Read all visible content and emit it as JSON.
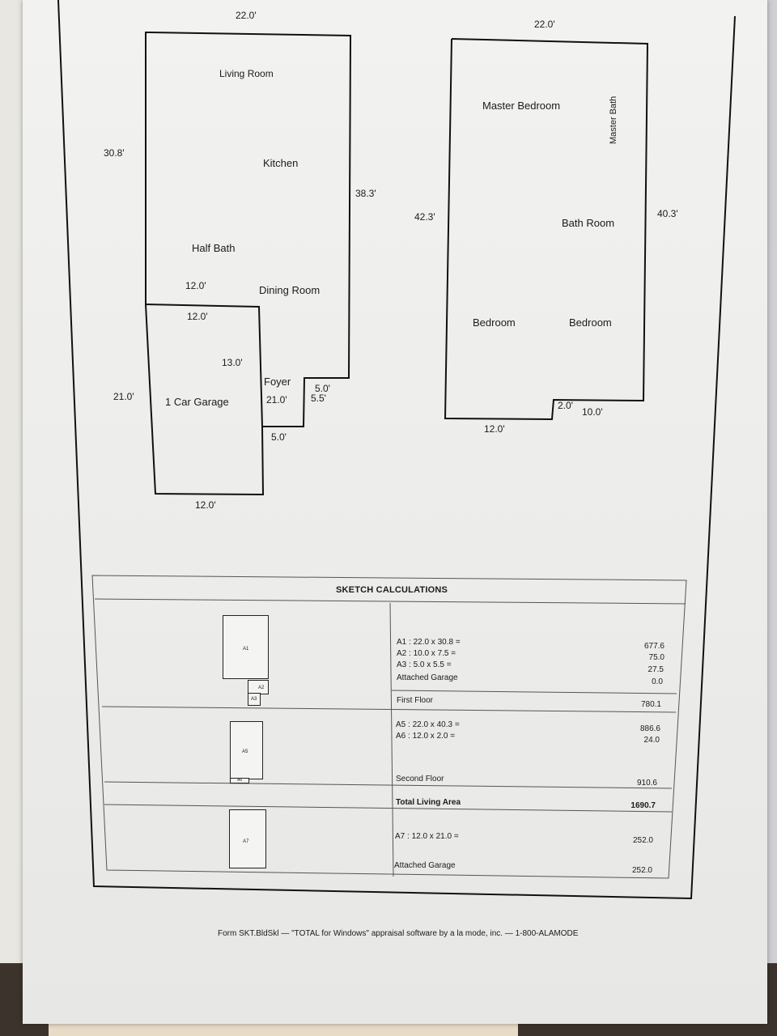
{
  "first_floor": {
    "top_dim": "22.0'",
    "left_dim": "30.8'",
    "right_dim": "38.3'",
    "rooms": {
      "living_room": "Living Room",
      "kitchen": "Kitchen",
      "half_bath": "Half Bath",
      "dining_room": "Dining Room",
      "foyer": "Foyer",
      "garage": "1 Car Garage"
    },
    "dims": {
      "inner_12a": "12.0'",
      "garage_top": "12.0'",
      "garage_13": "13.0'",
      "garage_left": "21.0'",
      "foyer_21": "21.0'",
      "step_5a": "5.0'",
      "step_55": "5.5'",
      "step_5b": "5.0'",
      "garage_bottom": "12.0'"
    }
  },
  "second_floor": {
    "top_dim": "22.0'",
    "left_dim": "42.3'",
    "right_dim": "40.3'",
    "rooms": {
      "master_bedroom": "Master Bedroom",
      "master_bath": "Master Bath",
      "bath_room": "Bath Room",
      "bedroom_1": "Bedroom",
      "bedroom_2": "Bedroom"
    },
    "dims": {
      "notch_2": "2.0'",
      "bottom_10": "10.0'",
      "bottom_12": "12.0'"
    }
  },
  "calculations": {
    "title": "SKETCH CALCULATIONS",
    "mini_labels": {
      "a1": "A1",
      "a2": "A2",
      "a3": "A3",
      "a5": "A5",
      "a6": "A6",
      "a7": "A7"
    },
    "first_floor": {
      "lines": [
        {
          "label": "A1 : 22.0 x 30.8 =",
          "value": "677.6"
        },
        {
          "label": "A2 : 10.0 x 7.5 =",
          "value": "75.0"
        },
        {
          "label": "A3 : 5.0 x 5.5 =",
          "value": "27.5"
        },
        {
          "label": "Attached Garage",
          "value": "0.0"
        }
      ],
      "subtotal_label": "First Floor",
      "subtotal_value": "780.1"
    },
    "second_floor": {
      "lines": [
        {
          "label": "A5 : 22.0 x 40.3 =",
          "value": "886.6"
        },
        {
          "label": "A6 : 12.0 x 2.0 =",
          "value": "24.0"
        }
      ],
      "subtotal_label": "Second Floor",
      "subtotal_value": "910.6"
    },
    "total": {
      "label": "Total Living Area",
      "value": "1690.7"
    },
    "garage": {
      "line": {
        "label": "A7 : 12.0 x 21.0 =",
        "value": "252.0"
      },
      "subtotal_label": "Attached Garage",
      "subtotal_value": "252.0"
    }
  },
  "footer": "Form SKT.BldSkl — \"TOTAL for Windows\" appraisal software by a la mode, inc. — 1-800-ALAMODE"
}
